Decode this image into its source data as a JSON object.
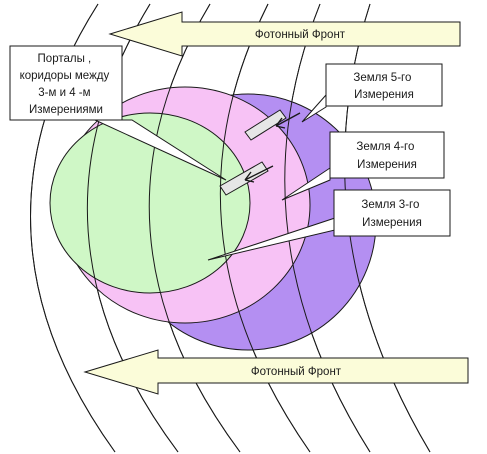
{
  "arrows": {
    "top": "Фотонный Фронт",
    "bottom": "Фотонный Фронт"
  },
  "portals": {
    "lines": [
      "Порталы ,",
      "коридоры между",
      "3-м  и 4 -м",
      "Измерениями"
    ]
  },
  "earth5": {
    "lines": [
      "Земля 5-го",
      "Измерения"
    ]
  },
  "earth4": {
    "lines": [
      "Земля 4-го",
      "Измерения"
    ]
  },
  "earth3": {
    "lines": [
      "Земля 3-го",
      "Измерения"
    ]
  },
  "colors": {
    "earth5": "#b48ff2",
    "earth4": "#f7c2f5",
    "earth3": "#cff7c6",
    "arrow_fill": "#fbfcd9",
    "outline": "#1a1a1a"
  }
}
